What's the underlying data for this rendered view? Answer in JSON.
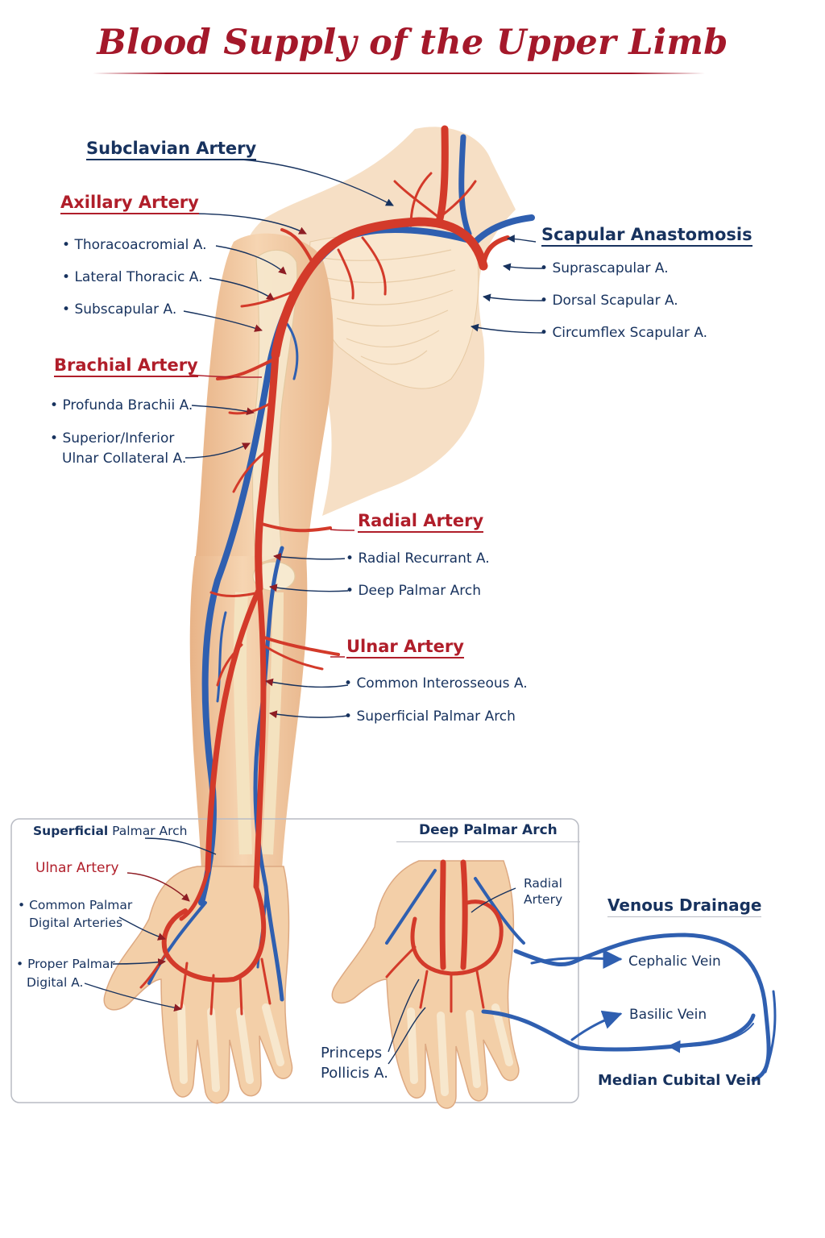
{
  "title": "Blood Supply of the Upper Limb",
  "colors": {
    "artery": "#d33a2a",
    "vein": "#2f5fb0",
    "skin": "#f3cfa8",
    "bone": "#f4e6c4",
    "title": "#a4182a",
    "text": "#17325e"
  },
  "labels": {
    "subclavian": "Subclavian Artery",
    "axillary": {
      "heading": "Axillary Artery",
      "branches": [
        "Thoracoacromial A.",
        "Lateral Thoracic A.",
        "Subscapular A."
      ]
    },
    "brachial": {
      "heading": "Brachial Artery",
      "branches": [
        "Profunda Brachii A."
      ],
      "collateral_line1": "Superior/Inferior",
      "collateral_line2": "Ulnar Collateral A."
    },
    "scapular": {
      "heading": "Scapular Anastomosis",
      "branches": [
        "Suprascapular A.",
        "Dorsal Scapular A.",
        "Circumflex Scapular A."
      ]
    },
    "radial": {
      "heading": "Radial Artery",
      "branches": [
        "Radial Recurrant A.",
        "Deep Palmar Arch"
      ]
    },
    "ulnar": {
      "heading": "Ulnar Artery",
      "branches": [
        "Common Interosseous A.",
        "Superficial Palmar Arch"
      ]
    }
  },
  "inset_superficial": {
    "heading_bold": "Superficial",
    "heading_rest": " Palmar Arch",
    "ulnar": "Ulnar Artery",
    "common_line1": "Common Palmar",
    "common_line2": "Digital Arteries",
    "proper_line1": "Proper Palmar",
    "proper_line2": "Digital A."
  },
  "inset_deep": {
    "heading": "Deep Palmar Arch",
    "radial_line1": "Radial",
    "radial_line2": "Artery",
    "princeps_line1": "Princeps",
    "princeps_line2": "Pollicis A."
  },
  "venous": {
    "heading": "Venous Drainage",
    "veins": [
      "Cephalic Vein",
      "Basilic Vein",
      "Median Cubital Vein"
    ]
  }
}
